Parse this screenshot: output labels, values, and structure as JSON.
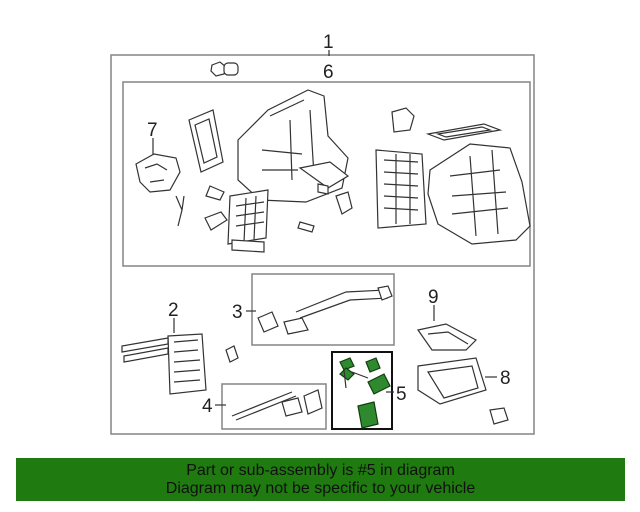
{
  "callouts": {
    "c1": "1",
    "c2": "2",
    "c3": "3",
    "c4": "4",
    "c5": "5",
    "c6": "6",
    "c7": "7",
    "c8": "8",
    "c9": "9"
  },
  "banner": {
    "line1": "Part or sub-assembly is #5 in diagram",
    "line2": "Diagram may not be specific to your vehicle"
  },
  "colors": {
    "banner_background": "#1f7a10",
    "highlight_part": "#2f8a2f",
    "highlight_box": "#111111"
  }
}
